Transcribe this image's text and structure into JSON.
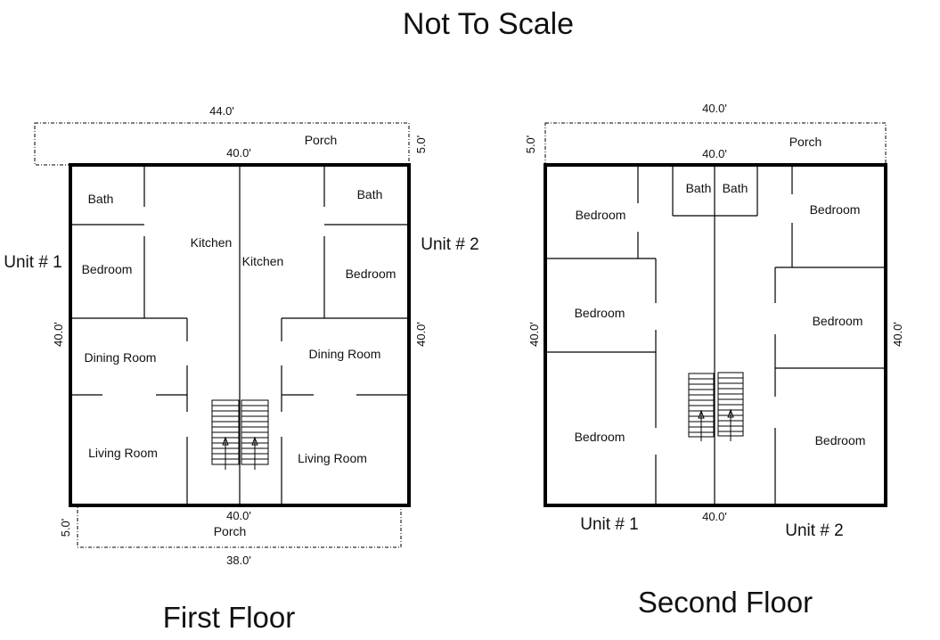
{
  "title": "Not To Scale",
  "first_floor": {
    "caption": "First Floor",
    "unit_left": "Unit # 1",
    "unit_right": "Unit # 2",
    "porch_top": {
      "label": "Porch",
      "width": "44.0'",
      "depth": "5.0'"
    },
    "porch_bottom": {
      "label": "Porch",
      "width": "38.0'",
      "depth": "5.0'"
    },
    "dims": {
      "top": "40.0'",
      "bottom": "40.0'",
      "left": "40.0'",
      "right": "40.0'"
    },
    "rooms": {
      "bath_left": "Bath",
      "bath_right": "Bath",
      "kitchen_left": "Kitchen",
      "kitchen_right": "Kitchen",
      "bedroom_left": "Bedroom",
      "bedroom_right": "Bedroom",
      "dining_left": "Dining Room",
      "dining_right": "Dining Room",
      "living_left": "Living Room",
      "living_right": "Living Room"
    }
  },
  "second_floor": {
    "caption": "Second Floor",
    "unit_left": "Unit # 1",
    "unit_right": "Unit # 2",
    "porch": {
      "label": "Porch",
      "width": "40.0'",
      "depth": "5.0'"
    },
    "dims": {
      "top": "40.0'",
      "bottom": "40.0'",
      "left": "40.0'",
      "right": "40.0'"
    },
    "rooms": {
      "bath_left": "Bath",
      "bath_right": "Bath",
      "bedroom_top_left": "Bedroom",
      "bedroom_top_right": "Bedroom",
      "bedroom_mid_left": "Bedroom",
      "bedroom_mid_right": "Bedroom",
      "bedroom_bottom_left": "Bedroom",
      "bedroom_bottom_right": "Bedroom"
    }
  }
}
